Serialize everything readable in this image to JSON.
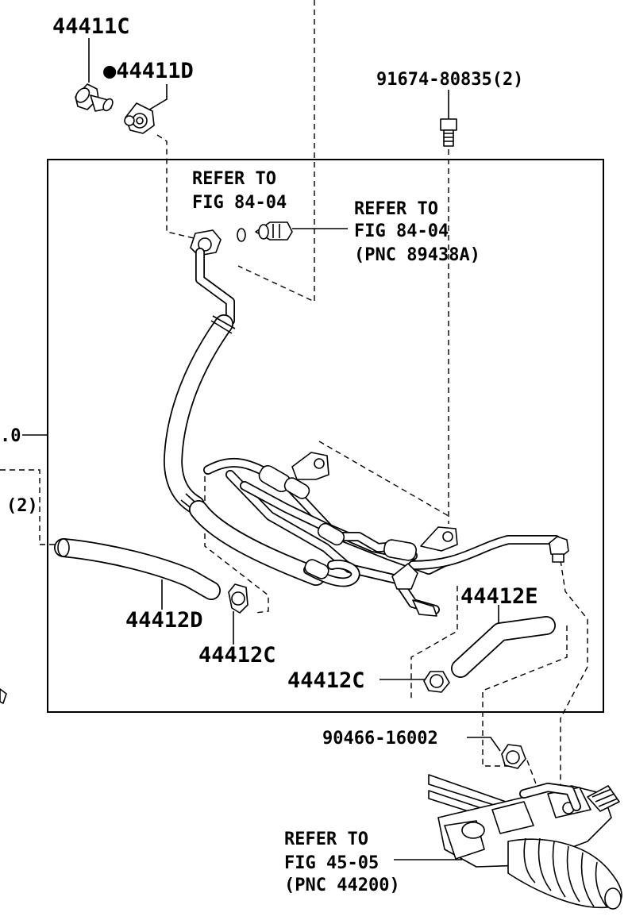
{
  "labels": {
    "p44411c": "44411C",
    "p44411d": "●44411D",
    "bolt": "91674-80835(2)",
    "refer_a1": "REFER TO",
    "refer_a2": "FIG 84-04",
    "refer_b1": "REFER TO",
    "refer_b2": "FIG 84-04",
    "refer_b3": "(PNC 89438A)",
    "left_code": ".0",
    "left_qty": "(2)",
    "p44412d": "44412D",
    "p44412c_a": "44412C",
    "p44412e": "44412E",
    "p44412c_b": "44412C",
    "clamp": "90466-16002",
    "refer_c1": "REFER TO",
    "refer_c2": "FIG 45-05",
    "refer_c3": "(PNC 44200)"
  }
}
